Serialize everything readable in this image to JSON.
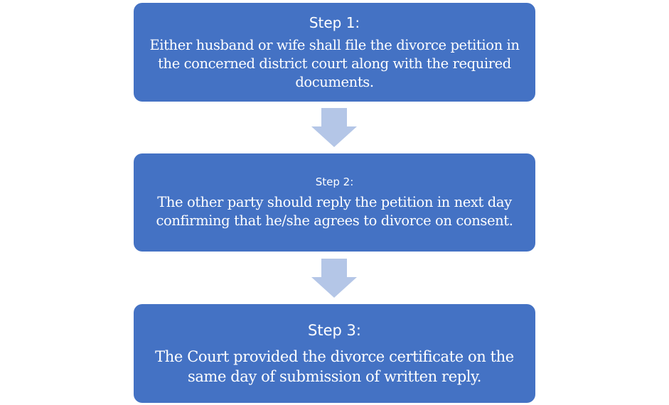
{
  "steps": [
    {
      "title": "Step 1:",
      "text": "Either husband or wife shall file the divorce petition in the concerned district court along with the required documents."
    },
    {
      "title": "Step 2:",
      "text": "The other party should reply the petition in next day confirming that he/she agrees to divorce on consent."
    },
    {
      "title": "Step 3:",
      "text": "The Court provided the divorce certificate on the same day of submission of written reply."
    }
  ],
  "colors": {
    "box_fill": "#4472c4",
    "box_text": "#ffffff",
    "arrow_fill": "#b4c6e7"
  }
}
